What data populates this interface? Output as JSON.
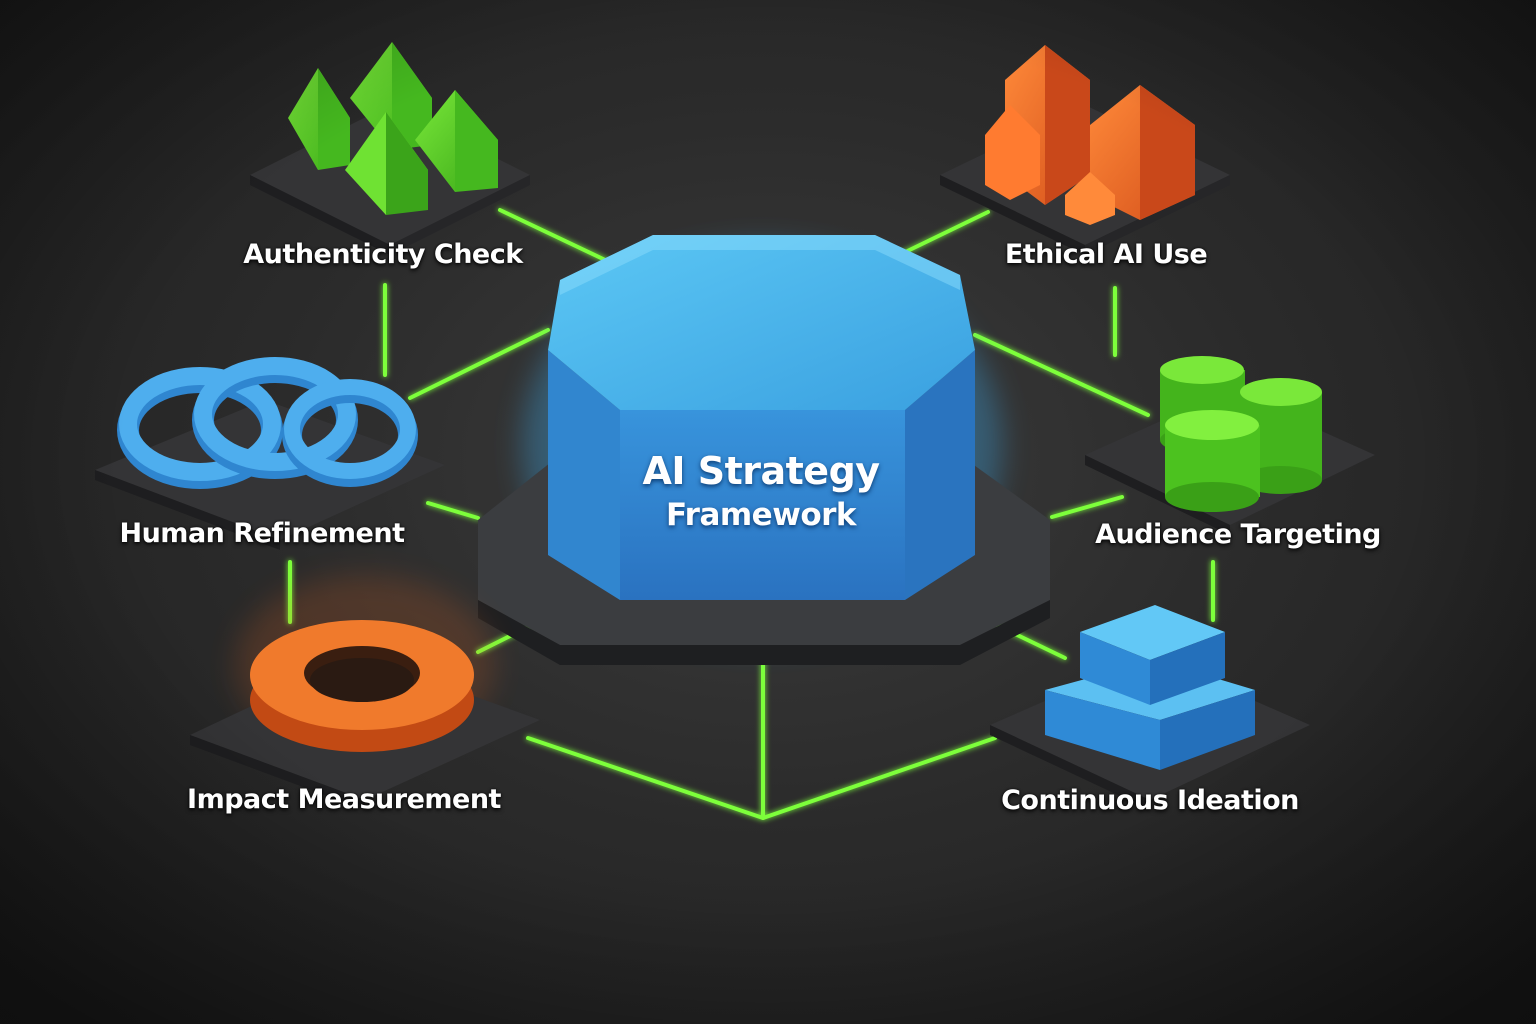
{
  "center": {
    "title_line1": "AI Strategy",
    "title_line2": "Framework",
    "color": "#3aa8e8"
  },
  "nodes": [
    {
      "id": "authenticity-check",
      "label": "Authenticity Check",
      "icon": "green-pyramids-icon",
      "color": "#5fd12b"
    },
    {
      "id": "ethical-ai-use",
      "label": "Ethical AI Use",
      "icon": "orange-crystals-icon",
      "color": "#f06a22"
    },
    {
      "id": "human-refinement",
      "label": "Human Refinement",
      "icon": "blue-interlocked-rings-icon",
      "color": "#3a9be0"
    },
    {
      "id": "audience-targeting",
      "label": "Audience Targeting",
      "icon": "green-cylinders-icon",
      "color": "#5fd12b"
    },
    {
      "id": "impact-measurement",
      "label": "Impact Measurement",
      "icon": "orange-torus-icon",
      "color": "#f06a22"
    },
    {
      "id": "continuous-ideation",
      "label": "Continuous Ideation",
      "icon": "blue-stacked-blocks-icon",
      "color": "#3a9be0"
    }
  ],
  "connector_color": "#7dff3a"
}
